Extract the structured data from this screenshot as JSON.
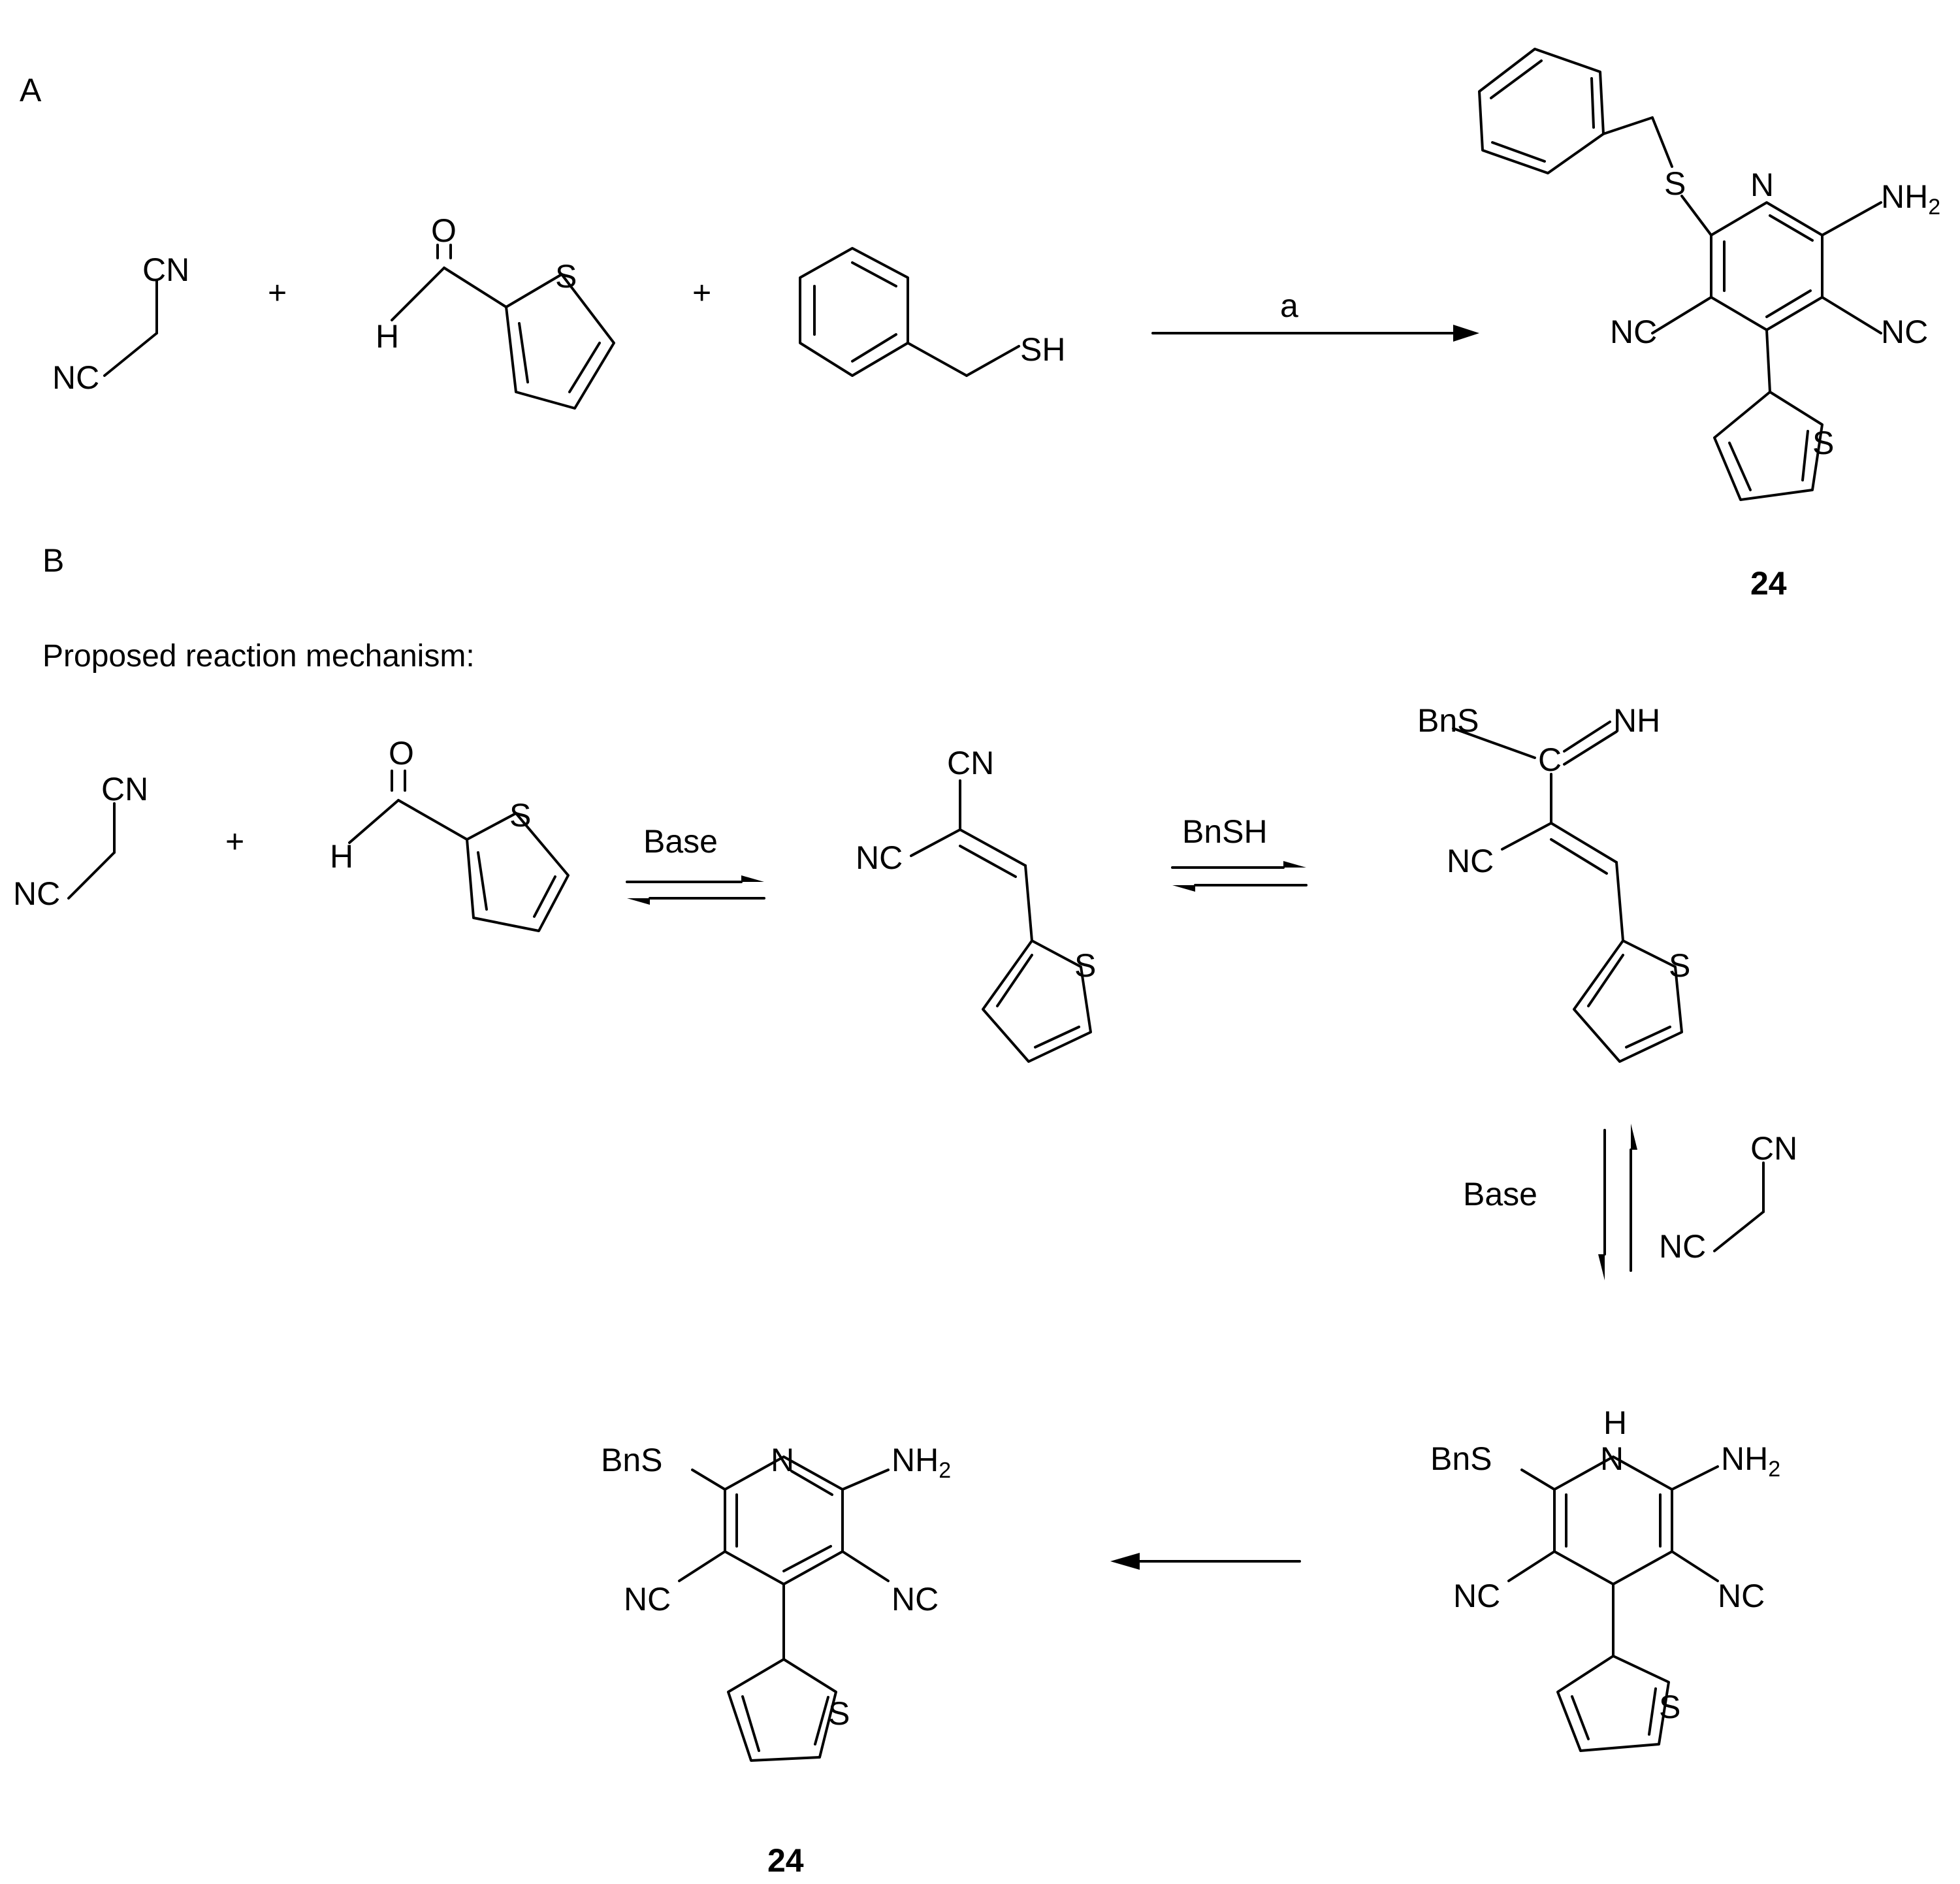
{
  "panels": {
    "a": "A",
    "b": "B"
  },
  "mechanism_title": "Proposed reaction mechanism:",
  "reagents": {
    "a": "a",
    "base": "Base",
    "bnsh": "BnSH",
    "plus": "+"
  },
  "atoms": {
    "CN": "CN",
    "NC": "NC",
    "O": "O",
    "H": "H",
    "S": "S",
    "SH": "SH",
    "N": "N",
    "NH2": "NH",
    "sub2": "2",
    "BnS": "BnS",
    "NH": "NH",
    "C": "C"
  },
  "compound_number": "24"
}
